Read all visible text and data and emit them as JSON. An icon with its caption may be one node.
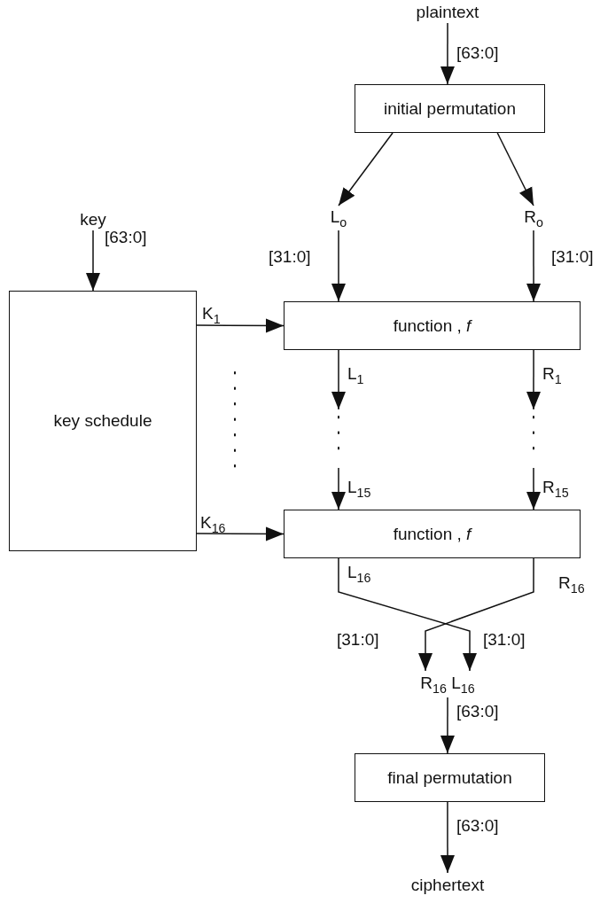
{
  "diagram": {
    "nodes": [
      {
        "text": [
          "plaintext"
        ]
      },
      {
        "text": [
          "initial permutation"
        ]
      },
      {
        "text": [
          "L$_{o}$"
        ]
      },
      {
        "text": [
          "R$_{o}$"
        ]
      },
      {
        "text": [
          "key"
        ]
      },
      {
        "text": [
          "key schedule"
        ]
      },
      {
        "text": [
          "function , *f*"
        ]
      },
      {
        "text": [
          "function , *f*"
        ]
      },
      {
        "text": [
          "R$_{16}$ L$_{16}$"
        ]
      },
      {
        "text": [
          "final permutation"
        ]
      },
      {
        "text": [
          "ciphertext"
        ]
      }
    ],
    "edges": [
      {
        "from": 0,
        "to": 1,
        "arrow": "to",
        "label": "[63:0]"
      },
      {
        "from": 1,
        "to": 2,
        "arrow": "to"
      },
      {
        "from": 1,
        "to": 3,
        "arrow": "to"
      },
      {
        "from": 2,
        "to": 6,
        "arrow": "to",
        "label": "[31:0]"
      },
      {
        "from": 3,
        "to": 6,
        "arrow": "to",
        "label": "[31:0]"
      },
      {
        "from": 4,
        "to": 5,
        "arrow": "to",
        "label": "[63:0]"
      },
      {
        "from": 5,
        "to": 6,
        "arrow": "to",
        "label": "K$_{1}$"
      },
      {
        "from": 6,
        "to": null,
        "arrow": "to",
        "label": "L$_{1}$"
      },
      {
        "from": 6,
        "to": null,
        "arrow": "to",
        "label": "R$_{1}$"
      },
      {
        "from": null,
        "to": 7,
        "arrow": "to",
        "label": "L$_{15}$"
      },
      {
        "from": null,
        "to": 7,
        "arrow": "to",
        "label": "R$_{15}$"
      },
      {
        "from": 5,
        "to": 7,
        "arrow": "to",
        "label": "K$_{16}$"
      },
      {
        "from": 7,
        "to": 8,
        "arrow": "to",
        "label": "L$_{16}$"
      },
      {
        "from": 7,
        "to": 8,
        "arrow": "to",
        "label": "R$_{16}$"
      },
      {
        "from": 8,
        "to": 9,
        "arrow": "to",
        "label": "[63:0]"
      },
      {
        "from": 9,
        "to": 10,
        "arrow": "to",
        "label": "[63:0]"
      }
    ],
    "labels": [
      "[31:0]",
      "[31:0]"
    ]
  }
}
